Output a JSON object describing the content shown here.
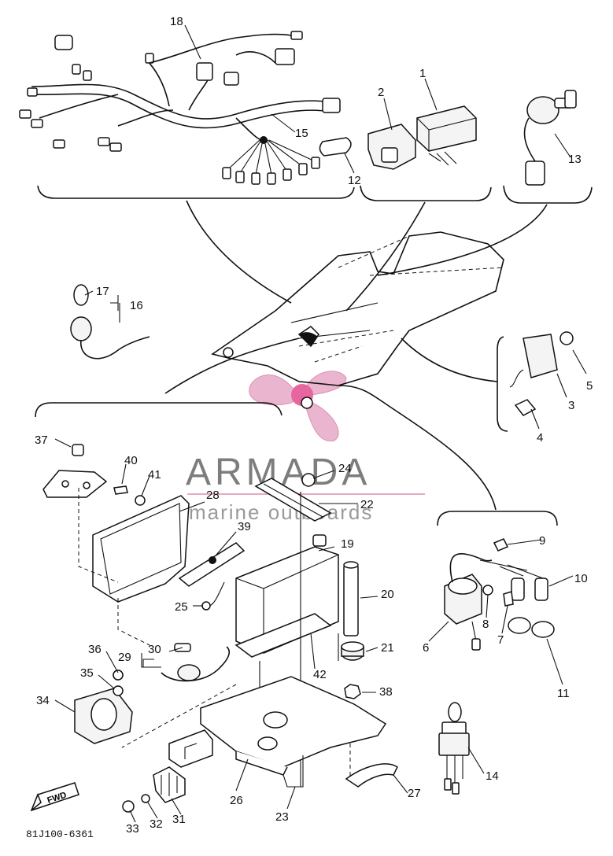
{
  "diagram": {
    "callouts": {
      "c1": "1",
      "c2": "2",
      "c3": "3",
      "c4": "4",
      "c5": "5",
      "c6": "6",
      "c7": "7",
      "c8": "8",
      "c9": "9",
      "c10": "10",
      "c11": "11",
      "c12": "12",
      "c13": "13",
      "c14": "14",
      "c15": "15",
      "c16": "16",
      "c17": "17",
      "c18": "18",
      "c19": "19",
      "c20": "20",
      "c21": "21",
      "c22": "22",
      "c23": "23",
      "c24": "24",
      "c25": "25",
      "c26": "26",
      "c27": "27",
      "c28": "28",
      "c29": "29",
      "c30": "30",
      "c31": "31",
      "c32": "32",
      "c33": "33",
      "c34": "34",
      "c35": "35",
      "c36": "36",
      "c37": "37",
      "c38": "38",
      "c39": "39",
      "c40": "40",
      "c41": "41",
      "c42": "42"
    },
    "direction_label": "FWD",
    "drawing_code": "81J100-6361"
  },
  "watermark": {
    "brand": "ARMADA",
    "tagline": "marine outboards",
    "logo_color": "#e7a9c6",
    "logo_accent": "#e24d8f"
  }
}
